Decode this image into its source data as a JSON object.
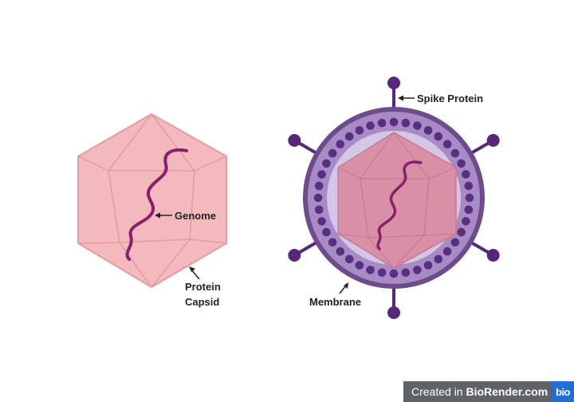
{
  "labels": {
    "genome": "Genome",
    "protein_line1": "Protein",
    "protein_line2": "Capsid",
    "spike_protein": "Spike Protein",
    "membrane": "Membrane"
  },
  "badge": {
    "prefix": "Created in ",
    "brand": "BioRender.com",
    "logo": "bio"
  },
  "colors": {
    "capsid_fill": "#f4b9bd",
    "capsid_stroke": "#e69aa1",
    "genome": "#8b1f6b",
    "membrane_outer": "#6e4b8d",
    "membrane_inner": "#c7b5db",
    "membrane_bead": "#5a2f82",
    "spike": "#55287d"
  },
  "icons": {
    "naked_virus": "icosahedral-capsid-icon",
    "enveloped_virus": "enveloped-virus-icon",
    "arrow": "arrow-icon"
  }
}
